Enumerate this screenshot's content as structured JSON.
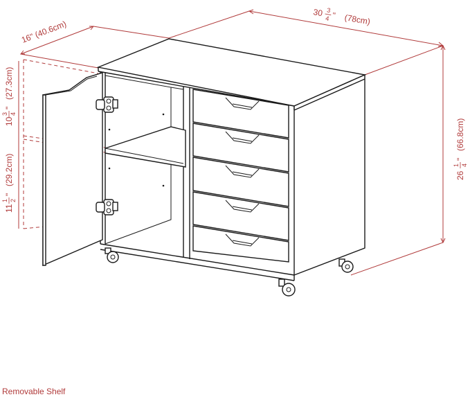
{
  "dimensions": {
    "width": {
      "whole": "30",
      "num": "3",
      "den": "4",
      "unit": "\"",
      "metric": "(78cm)"
    },
    "depth": {
      "text": "16\" (40.6cm)"
    },
    "height": {
      "whole": "26",
      "num": "1",
      "den": "4",
      "unit": "\"",
      "metric": "(66.8cm)"
    },
    "upper_opening": {
      "whole": "10",
      "num": "3",
      "den": "4",
      "unit": "\"",
      "metric": "(27.3cm)"
    },
    "lower_opening": {
      "whole": "11",
      "num": "1",
      "den": "2",
      "unit": "\"",
      "metric": "(29.2cm)"
    }
  },
  "caption": "Removable Shelf",
  "colors": {
    "dimension": "#b03a3a",
    "outline": "#1a1a1a",
    "background": "#ffffff"
  }
}
